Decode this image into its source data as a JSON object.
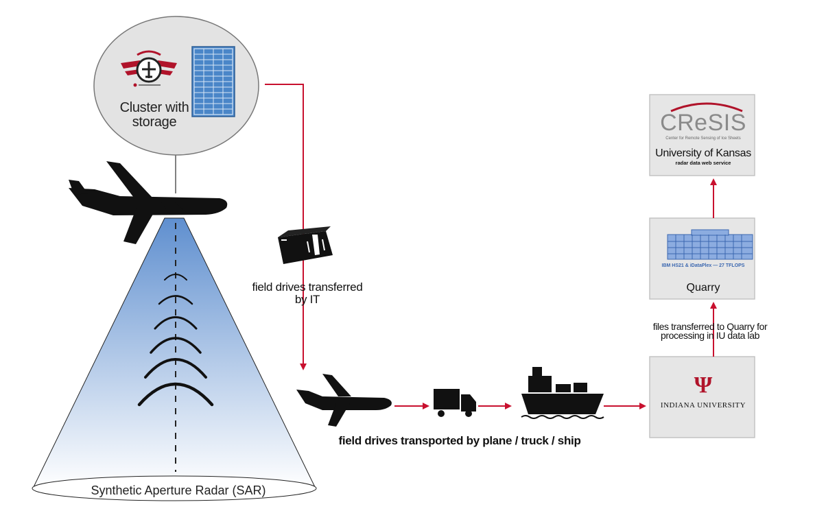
{
  "nodes": {
    "cluster": {
      "label": "Cluster with storage"
    },
    "sar": {
      "label": "Synthetic Aperture Radar (SAR)"
    },
    "cresis": {
      "logo_text": "CReSIS",
      "tagline": "Center for Remote Sensing of Ice Sheets",
      "title": "University of Kansas",
      "subtitle": "radar data web service"
    },
    "quarry": {
      "caption": "IBM HS21 & iDataPlex — 27 TFLOPS",
      "title": "Quarry"
    },
    "indiana": {
      "logo_glyph": "Ψ",
      "title": "INDIANA UNIVERSITY"
    }
  },
  "edges": {
    "cluster_to_drives": {
      "label": "field drives transferred by IT"
    },
    "transport": {
      "label": "field drives transported by plane / truck / ship"
    },
    "iu_to_quarry": {
      "label": "files transferred to Quarry for processing in IU data lab"
    }
  },
  "colors": {
    "arrow": "#c8102e",
    "box_fill": "#e6e6e6",
    "box_stroke": "#c4c4c4",
    "beam_top": "#5f8fcf",
    "beam_bottom": "#ffffff",
    "iu_crimson": "#b0132a",
    "server_blue": "#4a86c8"
  },
  "icons": [
    "airplane-icon",
    "server-rack-icon",
    "aviation-badge-icon",
    "hard-drive-case-icon",
    "truck-icon",
    "cargo-ship-icon",
    "building-icon",
    "iu-trident-icon"
  ]
}
